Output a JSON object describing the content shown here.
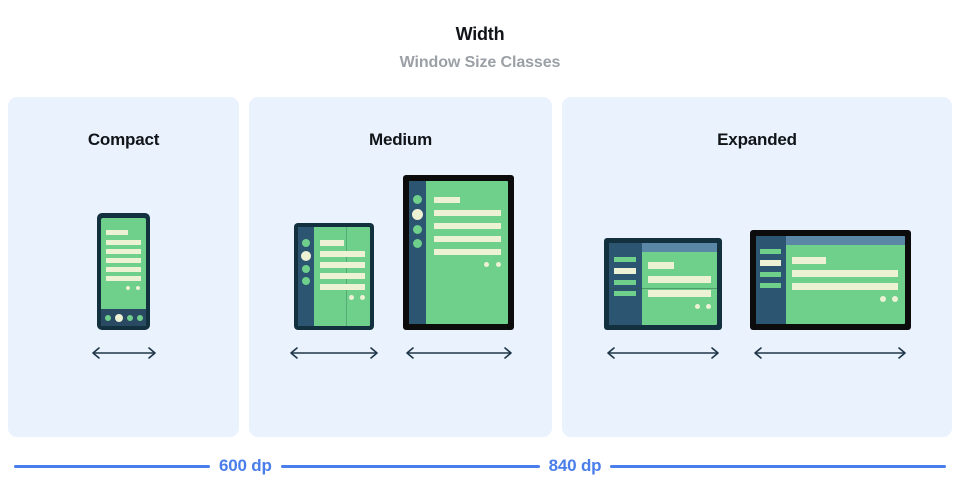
{
  "header": {
    "title": "Width",
    "subtitle": "Window Size Classes"
  },
  "cards": [
    {
      "id": "compact",
      "title": "Compact"
    },
    {
      "id": "medium",
      "title": "Medium"
    },
    {
      "id": "expanded",
      "title": "Expanded"
    }
  ],
  "scale": {
    "breakpoints": [
      {
        "label": "600 dp"
      },
      {
        "label": "840 dp"
      }
    ]
  },
  "icons": {
    "width_arrow": "double-headed-horizontal-arrow"
  },
  "colors": {
    "card_background": "#eaf2fd",
    "device_frame_navy": "#13303f",
    "device_frame_black": "#0c0c0c",
    "screen_green": "#6fd08c",
    "content_cream": "#eef2d5",
    "nav_rail_slate": "#2b5571",
    "top_bar_slate": "#5b87a6",
    "scale_blue": "#4a7eea",
    "title_black": "#111418",
    "subtitle_gray": "#9aa0a6"
  },
  "devices": {
    "compact_phone": {
      "name": "phone-portrait"
    },
    "medium_folded": {
      "name": "foldable-folded-portrait"
    },
    "medium_tablet": {
      "name": "tablet-portrait"
    },
    "expanded_unfolded": {
      "name": "foldable-unfolded-landscape"
    },
    "expanded_tablet": {
      "name": "tablet-landscape"
    }
  }
}
